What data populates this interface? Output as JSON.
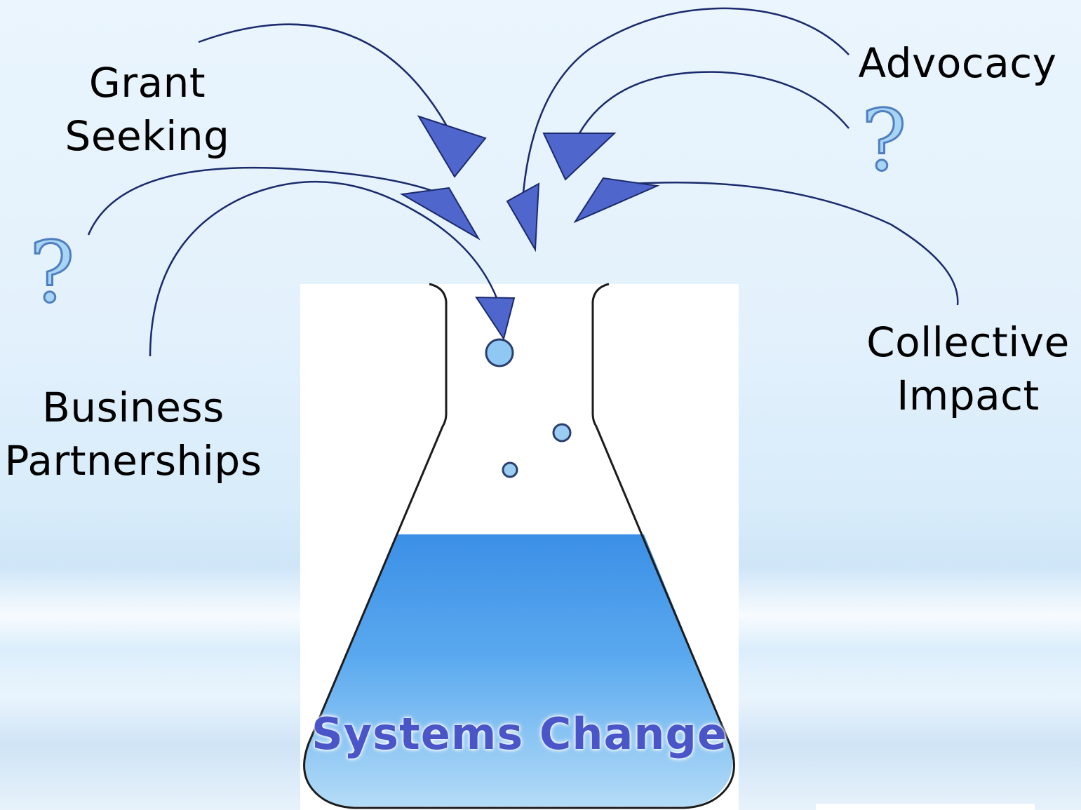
{
  "labels": {
    "grant_seeking": [
      "Grant",
      "Seeking"
    ],
    "advocacy": [
      "Advocacy"
    ],
    "business_partnerships": [
      "Business",
      "Partnerships"
    ],
    "collective_impact": [
      "Collective",
      "Impact"
    ]
  },
  "question_marks": [
    "?",
    "?"
  ],
  "flask": {
    "title": "Systems Change"
  },
  "colors": {
    "arrow_fill": "#4f66cc",
    "arrow_stroke": "#1a2a6c",
    "liquid": "#5aa6ec",
    "title_text": "#4a55c8",
    "question_fill": "#a8d4f5"
  }
}
